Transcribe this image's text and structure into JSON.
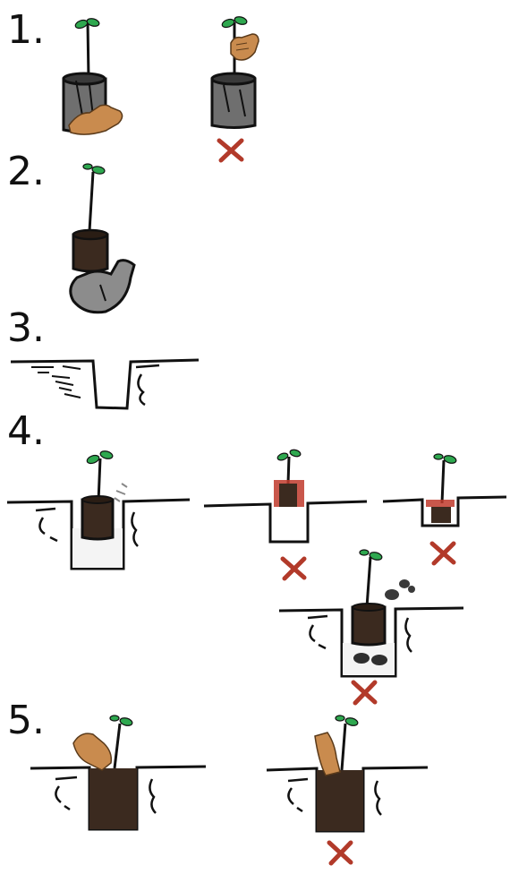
{
  "steps": [
    {
      "number": "1."
    },
    {
      "number": "2."
    },
    {
      "number": "3."
    },
    {
      "number": "4."
    },
    {
      "number": "5."
    }
  ],
  "colors": {
    "ink": "#111111",
    "pot_grey": "#6f6f6f",
    "pot_dark": "#3a3a3a",
    "soil": "#3b2a1f",
    "soil_dark": "#2a1d14",
    "hand": "#c98b4e",
    "leaf": "#2ea84f",
    "wrong_mark": "#b23a2a",
    "highlight_red": "#c0392b",
    "trowel": "#8c8c8c"
  },
  "icons": {
    "wrong_mark": "x-mark-icon",
    "hand": "hand-icon",
    "seedling": "seedling-icon",
    "trowel": "trowel-icon"
  }
}
